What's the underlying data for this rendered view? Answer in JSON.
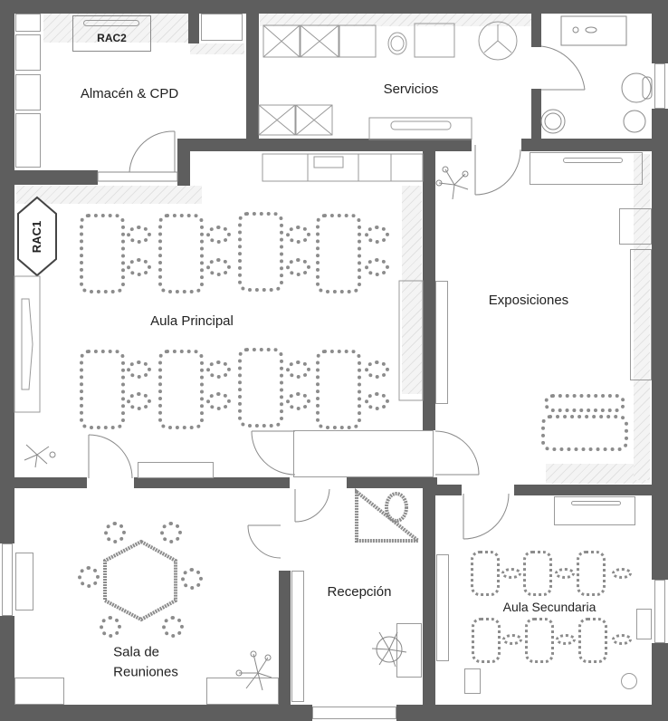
{
  "floor_plan": {
    "rooms": [
      {
        "id": "almacen",
        "label": "Almacén & CPD"
      },
      {
        "id": "servicios",
        "label": "Servicios"
      },
      {
        "id": "aseo",
        "label": ""
      },
      {
        "id": "aula_principal",
        "label": "Aula Principal"
      },
      {
        "id": "exposiciones",
        "label": "Exposiciones"
      },
      {
        "id": "sala_reuniones",
        "label_line1": "Sala de",
        "label_line2": "Reuniones"
      },
      {
        "id": "recepcion",
        "label": "Recepción"
      },
      {
        "id": "aula_secundaria",
        "label": "Aula Secundaria"
      }
    ],
    "racks": [
      {
        "id": "rac2",
        "label": "RAC2"
      },
      {
        "id": "rac1",
        "label": "RAC1"
      }
    ],
    "colors": {
      "wall": "#5e5e5e",
      "furniture_line": "#9a9a9a",
      "desk_outline": "#8c8c8c",
      "text": "#222222",
      "background": "#ffffff"
    }
  }
}
